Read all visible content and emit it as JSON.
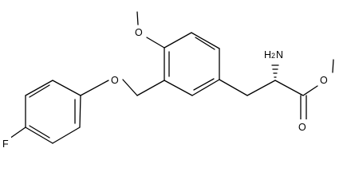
{
  "molecule": {
    "atom_labels": {
      "fluorine": "F",
      "ether_oxygen": "O",
      "methoxy_oxygen": "O",
      "amine_nitrogen": "N",
      "amine_hydrogen": "H",
      "amine_subscript": "2",
      "ester_single_oxygen": "O",
      "ester_carbonyl_oxygen": "O"
    },
    "colors": {
      "bond": "#000000",
      "text": "#000000",
      "background": "#ffffff"
    }
  }
}
